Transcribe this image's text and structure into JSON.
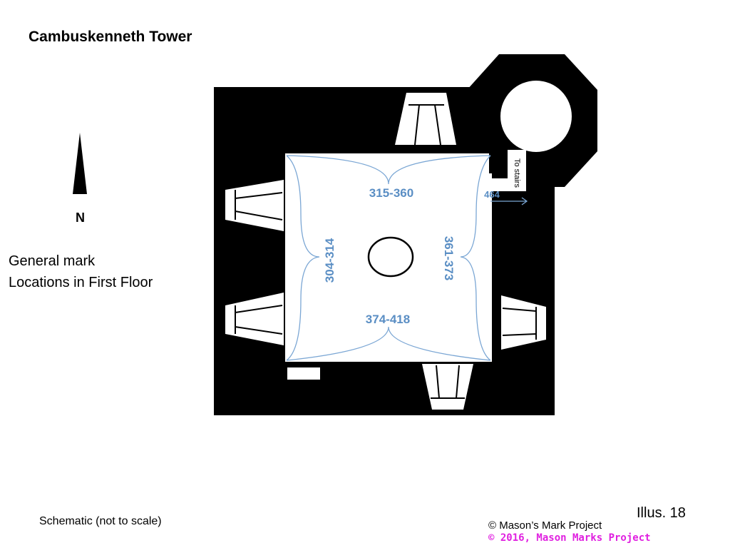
{
  "title": "Cambuskenneth Tower",
  "north_label": "N",
  "caption": {
    "line1": "General mark",
    "line2": "Locations in First Floor"
  },
  "footer": {
    "schematic_note": "Schematic (not to scale)",
    "illustration_number": "Illus. 18",
    "copyright_line1": "© Mason’s Mark Project",
    "copyright_line2": "© 2016, Mason Marks Project"
  },
  "plan": {
    "stairs_label": "To stairs",
    "mark_ranges": {
      "north_wall": "315-360",
      "west_wall": "304-314",
      "east_wall": "361-373",
      "south_wall": "374-418",
      "stair_passage": "464"
    },
    "colors": {
      "wall": "#000000",
      "room": "#ffffff",
      "mark_label": "#5a8ec4",
      "brace_line": "#7aa6d4",
      "watermark": "#e020e0"
    }
  }
}
